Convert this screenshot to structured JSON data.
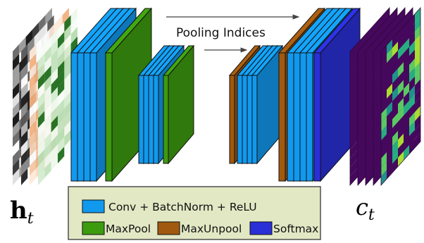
{
  "labels": {
    "input": "h",
    "input_sub": "t",
    "output": "c",
    "output_sub": "t",
    "pooling_indices": "Pooling Indices"
  },
  "legend": [
    {
      "key": "conv",
      "label": "Conv + BatchNorm + ReLU",
      "color": "#1199ee"
    },
    {
      "key": "maxpool",
      "label": "MaxPool",
      "color": "#3d9b0f"
    },
    {
      "key": "maxunpool",
      "label": "MaxUnpool",
      "color": "#a0590e"
    },
    {
      "key": "softmax",
      "label": "Softmax",
      "color": "#2a2fd8"
    }
  ],
  "colors": {
    "conv": "#1199ee",
    "maxpool": "#3d9b0f",
    "maxunpool": "#a0590e",
    "softmax": "#2a2fd8",
    "legend_bg": "#e2e8c4",
    "output_base": "#46085c"
  }
}
